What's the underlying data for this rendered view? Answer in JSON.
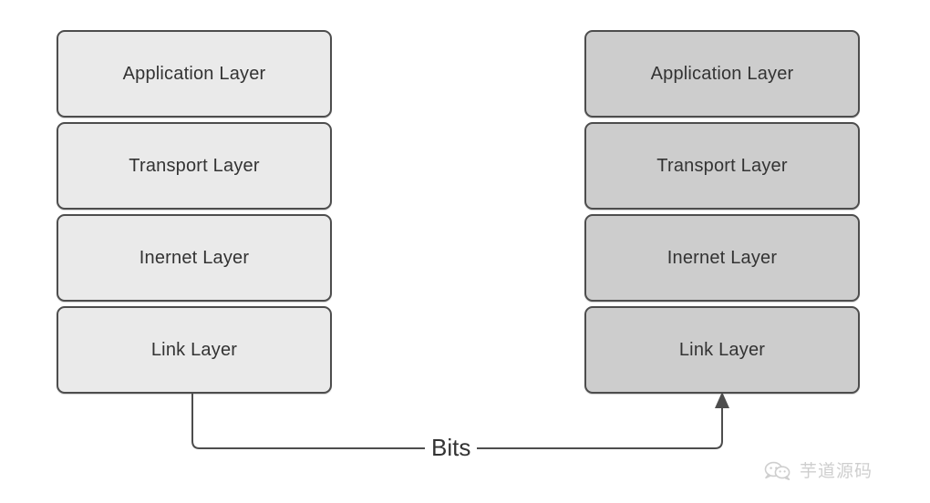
{
  "diagram": {
    "title": "TCP/IP layer stacks connected by Bits at the Link Layer",
    "background_color": "#ffffff",
    "border_color": "#4d4d4d",
    "text_color": "#333333",
    "stacks": [
      {
        "id": "sender",
        "side": "left",
        "fill_color": "#eaeaea",
        "layers": [
          {
            "label": "Application Layer"
          },
          {
            "label": "Transport Layer"
          },
          {
            "label": "Inernet Layer"
          },
          {
            "label": "Link Layer"
          }
        ]
      },
      {
        "id": "receiver",
        "side": "right",
        "fill_color": "#cdcdcd",
        "layers": [
          {
            "label": "Application Layer"
          },
          {
            "label": "Transport Layer"
          },
          {
            "label": "Inernet Layer"
          },
          {
            "label": "Link Layer"
          }
        ]
      }
    ],
    "connector": {
      "label": "Bits",
      "line_color": "#4d4d4d",
      "direction": "left-link-layer-to-right-link-layer",
      "arrow_at": "right-link-layer-bottom"
    }
  },
  "watermark": {
    "icon": "wechat-bubbles-icon",
    "text": "芋道源码",
    "color": "#8d8d8d"
  }
}
